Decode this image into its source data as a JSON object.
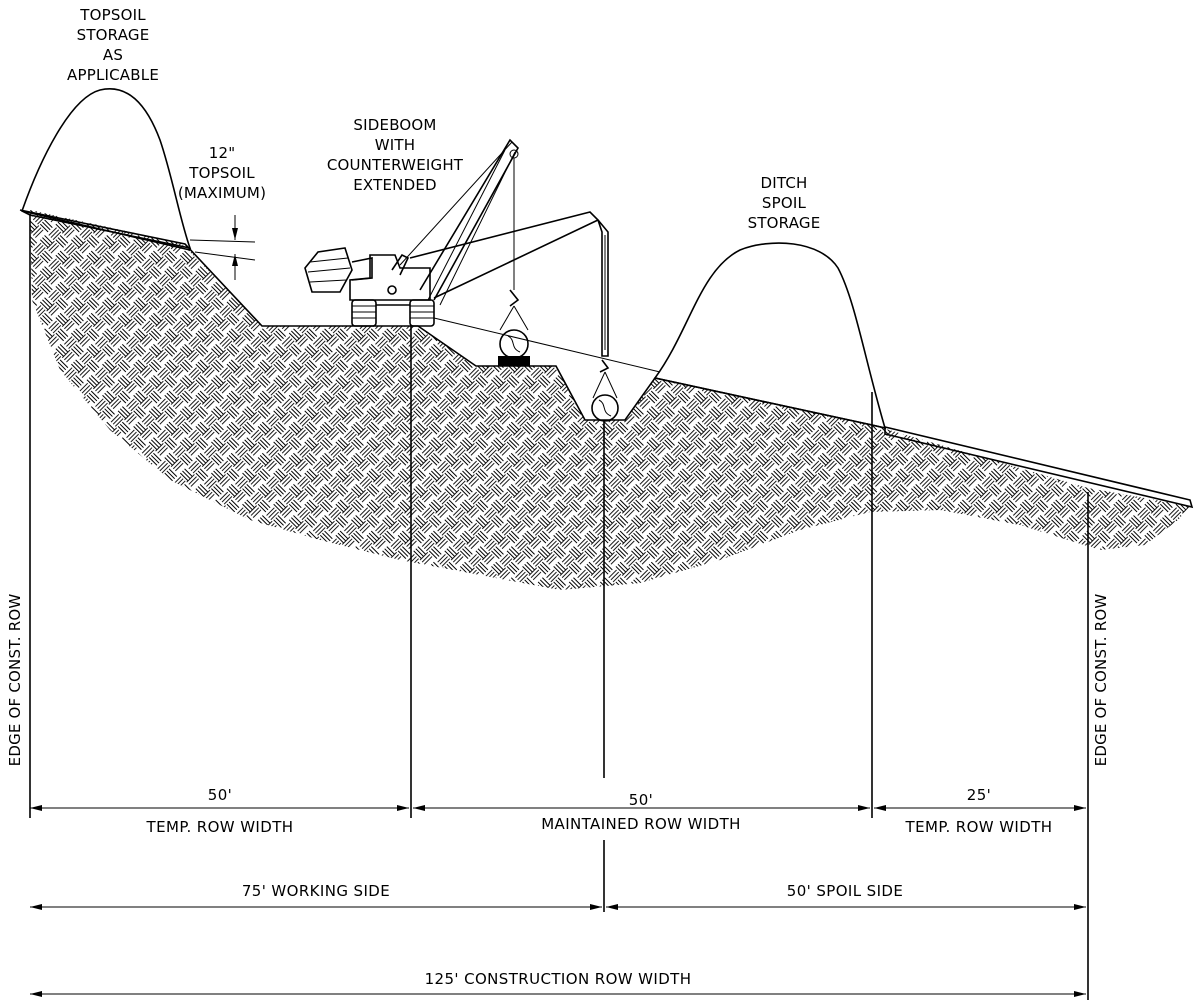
{
  "labels": {
    "topsoil_storage": [
      "TOPSOIL",
      "STORAGE",
      "AS",
      "APPLICABLE"
    ],
    "topsoil_depth": [
      "12\"",
      "TOPSOIL",
      "(MAXIMUM)"
    ],
    "sideboom": [
      "SIDEBOOM",
      "WITH",
      "COUNTERWEIGHT",
      "EXTENDED"
    ],
    "ditch_spoil": [
      "DITCH",
      "SPOIL",
      "STORAGE"
    ],
    "edge_left": "EDGE OF CONST. ROW",
    "edge_right": "EDGE OF CONST. ROW"
  },
  "dimensions": {
    "row1": [
      {
        "value": "50'",
        "caption": "TEMP. ROW WIDTH"
      },
      {
        "value": "50'",
        "caption": "MAINTAINED ROW WIDTH"
      },
      {
        "value": "25'",
        "caption": "TEMP. ROW WIDTH"
      }
    ],
    "row2": [
      {
        "caption": "75' WORKING SIDE"
      },
      {
        "caption": "50' SPOIL SIDE"
      }
    ],
    "row3": [
      {
        "caption": "125' CONSTRUCTION ROW WIDTH"
      }
    ]
  }
}
